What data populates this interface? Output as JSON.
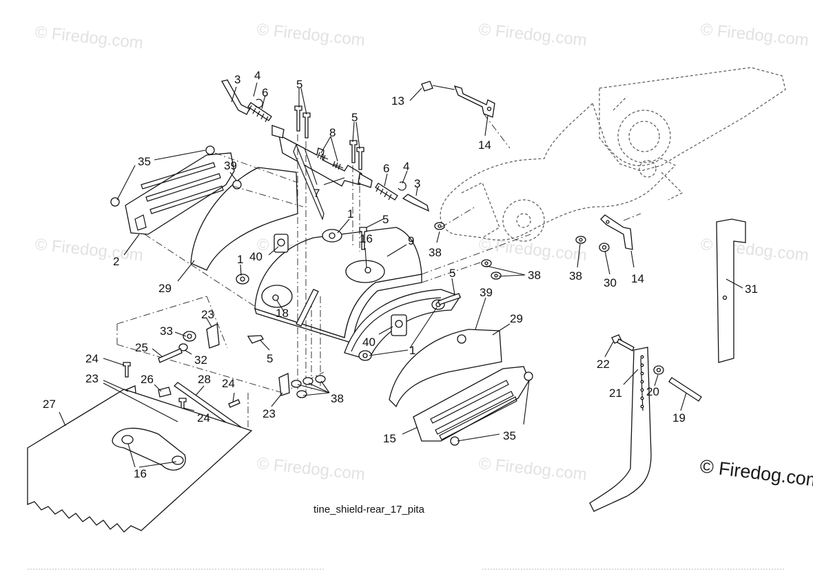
{
  "diagram": {
    "caption": "tine_shield-rear_17_pita",
    "watermark_text": "© Firedog.com",
    "watermark_text_partial": "© Firedog.com",
    "callouts": [
      {
        "id": "c3a",
        "label": "3"
      },
      {
        "id": "c4a",
        "label": "4"
      },
      {
        "id": "c6a",
        "label": "6"
      },
      {
        "id": "c5a",
        "label": "5"
      },
      {
        "id": "c5b",
        "label": "5"
      },
      {
        "id": "c8",
        "label": "8"
      },
      {
        "id": "c7",
        "label": "7"
      },
      {
        "id": "c6b",
        "label": "6"
      },
      {
        "id": "c4b",
        "label": "4"
      },
      {
        "id": "c3b",
        "label": "3"
      },
      {
        "id": "c35a",
        "label": "35"
      },
      {
        "id": "c39a",
        "label": "39"
      },
      {
        "id": "c2",
        "label": "2"
      },
      {
        "id": "c29a",
        "label": "29"
      },
      {
        "id": "c40a",
        "label": "40"
      },
      {
        "id": "c1a",
        "label": "1"
      },
      {
        "id": "c1b",
        "label": "1"
      },
      {
        "id": "c5c",
        "label": "5"
      },
      {
        "id": "c16a",
        "label": "16"
      },
      {
        "id": "c9",
        "label": "9"
      },
      {
        "id": "c18",
        "label": "18"
      },
      {
        "id": "c5d",
        "label": "5"
      },
      {
        "id": "c13",
        "label": "13"
      },
      {
        "id": "c14a",
        "label": "14"
      },
      {
        "id": "c38a",
        "label": "38"
      },
      {
        "id": "c38b",
        "label": "38"
      },
      {
        "id": "c38c",
        "label": "38"
      },
      {
        "id": "c30",
        "label": "30"
      },
      {
        "id": "c14b",
        "label": "14"
      },
      {
        "id": "c31",
        "label": "31"
      },
      {
        "id": "c23a",
        "label": "23"
      },
      {
        "id": "c33",
        "label": "33"
      },
      {
        "id": "c25",
        "label": "25"
      },
      {
        "id": "c32",
        "label": "32"
      },
      {
        "id": "c5e",
        "label": "5"
      },
      {
        "id": "c39b",
        "label": "39"
      },
      {
        "id": "c29b",
        "label": "29"
      },
      {
        "id": "c40b",
        "label": "40"
      },
      {
        "id": "c1c",
        "label": "1"
      },
      {
        "id": "c24a",
        "label": "24"
      },
      {
        "id": "c23b",
        "label": "23"
      },
      {
        "id": "c26",
        "label": "26"
      },
      {
        "id": "c28",
        "label": "28"
      },
      {
        "id": "c24b",
        "label": "24"
      },
      {
        "id": "c24c",
        "label": "24"
      },
      {
        "id": "c23c",
        "label": "23"
      },
      {
        "id": "c38d",
        "label": "38"
      },
      {
        "id": "c27",
        "label": "27"
      },
      {
        "id": "c16b",
        "label": "16"
      },
      {
        "id": "c15",
        "label": "15"
      },
      {
        "id": "c35b",
        "label": "35"
      },
      {
        "id": "c22",
        "label": "22"
      },
      {
        "id": "c21",
        "label": "21"
      },
      {
        "id": "c20",
        "label": "20"
      },
      {
        "id": "c19",
        "label": "19"
      }
    ]
  }
}
